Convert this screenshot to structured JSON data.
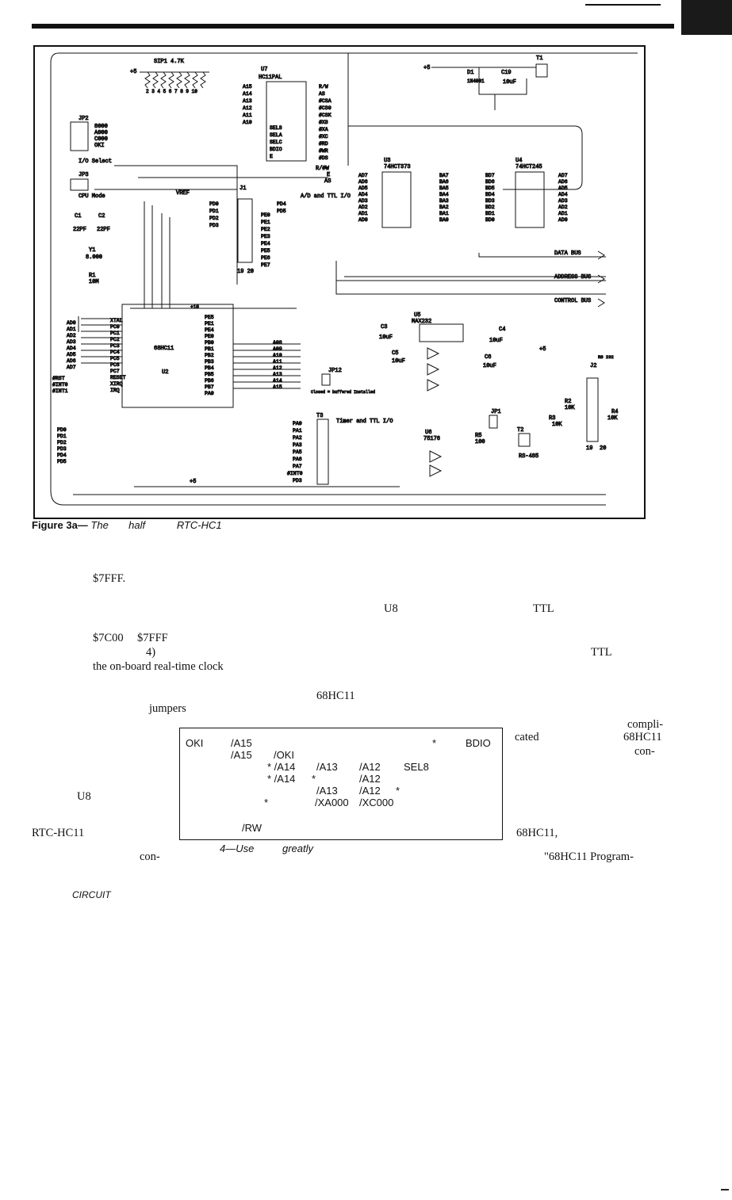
{
  "figure": {
    "caption_label": "Figure 3a—",
    "caption_words": [
      "The",
      "half",
      "RTC-HC1"
    ],
    "labels": {
      "sip": "SIP1  4.7K",
      "plus5": "+5",
      "jp2": "JP2",
      "jp2_items": [
        "8000",
        "A000",
        "C000",
        "OKI"
      ],
      "io_select": "I/O Select",
      "jp3": "JP3",
      "cpu_mode": "CPU Mode",
      "c1": "C1",
      "c2": "C2",
      "c1v": "22PF",
      "c2v": "22PF",
      "y1": "Y1",
      "y1v": "8.000",
      "r1": "R1",
      "r1v": "10M",
      "u7": "U7",
      "u7type": "HC11PAL",
      "u7_left": [
        "A15",
        "A14",
        "A13",
        "A12",
        "A11",
        "A10"
      ],
      "u7_right": [
        "R/W",
        "AS",
        "#CSA",
        "#CS0",
        "#CSK",
        "#X8",
        "#XA",
        "#XC",
        "#RD",
        "#WR",
        "#DS"
      ],
      "u7_inner": [
        "SEL8",
        "SELA",
        "SELC",
        "BDIO",
        "E"
      ],
      "rw": "R/#W",
      "e": "E",
      "as": "AS",
      "vref": "VREF",
      "j1": "J1",
      "j1_left": [
        "PD0",
        "PD1",
        "PD2",
        "PD3"
      ],
      "j1_right": [
        "PD4",
        "PD5",
        "PE0",
        "PE1",
        "PE2",
        "PE3",
        "PE4",
        "PE5",
        "PE6",
        "PE7"
      ],
      "ad_ttl": "A/D and TTL I/O",
      "u3": "U3",
      "u3type": "74HCT373",
      "u4": "U4",
      "u4type": "74HCT245",
      "u3_in": [
        "AD7",
        "AD6",
        "AD5",
        "AD4",
        "AD3",
        "AD2",
        "AD1",
        "AD0"
      ],
      "u3_out": [
        "BA7",
        "BA6",
        "BA5",
        "BA4",
        "BA3",
        "BA2",
        "BA1",
        "BA0"
      ],
      "u4_in": [
        "BD7",
        "BD6",
        "BD5",
        "BD4",
        "BD3",
        "BD2",
        "BD1",
        "BD0"
      ],
      "u4_out": [
        "AD7",
        "AD6",
        "AD5",
        "AD4",
        "AD3",
        "AD2",
        "AD1",
        "AD0"
      ],
      "data_bus": "DATA BUS",
      "address_bus": "ADDRESS BUS",
      "control_bus": "CONTROL BUS",
      "d1": "D1",
      "d1v": "1N4001",
      "c19": "C19",
      "c19v": "10uF",
      "t1": "T1",
      "u2": "U2",
      "u2type": "68HC11",
      "u2_left": [
        "XTAL",
        "PC0",
        "PC1",
        "PC2",
        "PC3",
        "PC4",
        "PC5",
        "PC6",
        "PC7",
        "RESET",
        "XIRQ",
        "IRQ"
      ],
      "u2_ad": [
        "AD0",
        "AD1",
        "AD2",
        "AD3",
        "AD4",
        "AD5",
        "AD6",
        "AD7"
      ],
      "u2_right": [
        "PE5",
        "PE1",
        "PE4",
        "PE0",
        "PB0",
        "PB1",
        "PB2",
        "PB3",
        "PB4",
        "PB5",
        "PB6",
        "PB7",
        "PA0"
      ],
      "u2_addr": [
        "A08",
        "A09",
        "A10",
        "A11",
        "A12",
        "A13",
        "A14",
        "A15"
      ],
      "rst": "#RST",
      "int0": "#INT0",
      "int1": "#INT1",
      "pd_left": [
        "PD0",
        "PD1",
        "PD2",
        "PD3",
        "PD4",
        "PD5"
      ],
      "u5": "U5",
      "u5type": "MAX232",
      "c3": "C3",
      "c3v": "10uF",
      "c4": "C4",
      "c4v": "10uF",
      "c5": "C5",
      "c5v": "10uF",
      "c6": "C6",
      "c6v": "10uF",
      "jp12": "JP12",
      "jp12_note": "Closed = buffered Installed",
      "t3": "T3",
      "timer_ttl": "Timer and TTL I/O",
      "t3_pins": [
        "PA0",
        "PA1",
        "PA2",
        "PA3",
        "PA5",
        "PA6",
        "PA7",
        "#INT0",
        "PD3"
      ],
      "u6": "U6",
      "u6type": "75176",
      "jp1": "JP1",
      "r5": "R5",
      "r5v": "100",
      "t2": "T2",
      "rs485": "RS-485",
      "rs232": "RS 232",
      "j2": "J2",
      "r2": "R2",
      "r2v": "10K",
      "r3": "R3",
      "r3v": "10K",
      "r4": "R4",
      "r4v": "10K",
      "pin19": "19",
      "pin20": "20",
      "plus10": "+10"
    }
  },
  "text_fragments": {
    "f1": "$7FFF.",
    "f2": "U8",
    "f3": "TTL",
    "f4": "$7C00",
    "f5": "$7FFF",
    "f6": "4)",
    "f7": "TTL",
    "f8": "the on-board real-time clock",
    "f9": "68HC11",
    "f10": "jumpers",
    "f11": "compli-",
    "f12": "cated",
    "f13": "68HC11",
    "f14": "con-",
    "f15": "U8",
    "f16": "RTC-HC11",
    "f17": "68HC11,",
    "f18": "con-",
    "f19": "4—Use",
    "f20": "greatly",
    "f21": "\"68HC11 Program-",
    "f22": "CIRCUIT"
  },
  "equation_box": {
    "r1": [
      "OKI",
      "/A15",
      "*",
      "BDIO"
    ],
    "r2": [
      "/A15",
      "/OKI"
    ],
    "r3": [
      "* /A14",
      "/A13",
      "/A12",
      "SEL8"
    ],
    "r4": [
      "* /A14",
      "*",
      "/A12"
    ],
    "r5": [
      "/A13",
      "/A12",
      "*"
    ],
    "r6": [
      "*",
      "/XA000",
      "/XC000"
    ],
    "r7": [
      "/RW"
    ]
  }
}
